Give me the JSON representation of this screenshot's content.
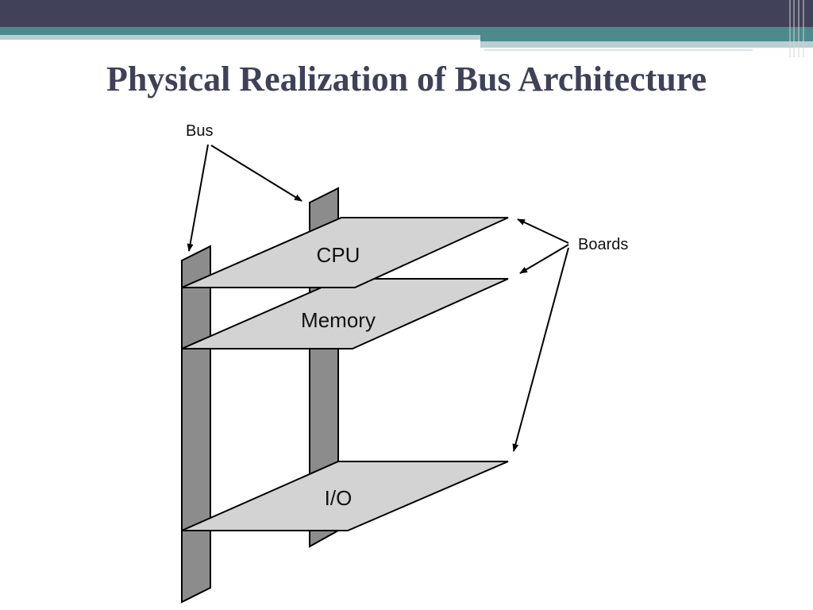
{
  "slide": {
    "title": "Physical Realization of Bus Architecture"
  },
  "diagram": {
    "bus_label": "Bus",
    "boards_label": "Boards",
    "boards": [
      {
        "label": "CPU"
      },
      {
        "label": "Memory"
      },
      {
        "label": "I/O"
      }
    ],
    "colors": {
      "bus_post": "#8c8c8c",
      "board_fill": "#d3d3d3",
      "outline": "#000000",
      "title": "#3f4159",
      "header_dark": "#41425a",
      "header_teal": "#4d8a8c"
    }
  }
}
